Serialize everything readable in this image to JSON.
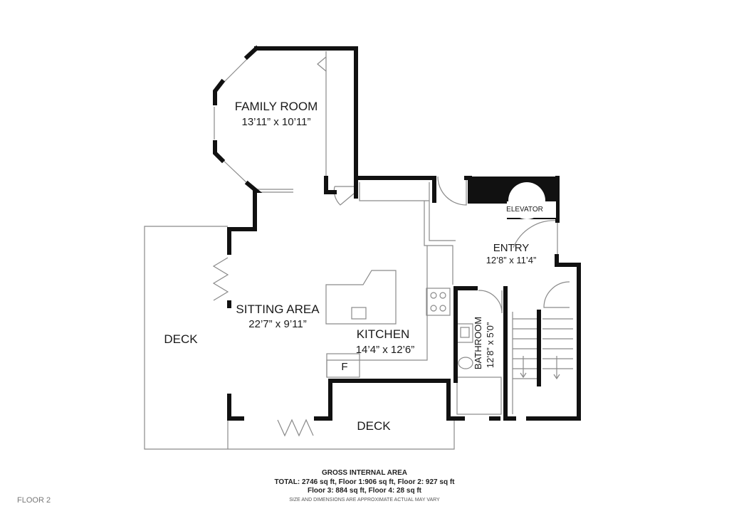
{
  "rooms": {
    "family_room": {
      "name": "FAMILY ROOM",
      "dims": "13’11” x 10’11”"
    },
    "sitting_area": {
      "name": "SITTING AREA",
      "dims": "22’7” x 9’11”"
    },
    "kitchen": {
      "name": "KITCHEN",
      "dims": "14’4” x 12’6”"
    },
    "entry": {
      "name": "ENTRY",
      "dims": "12’8” x 11’4”"
    },
    "bathroom": {
      "name": "BATHROOM",
      "dims": "12’8” x 5’0”"
    },
    "elevator": {
      "name": "ELEVATOR"
    },
    "deck_west": {
      "name": "DECK"
    },
    "deck_south": {
      "name": "DECK"
    },
    "fridge": {
      "name": "F"
    }
  },
  "area": {
    "title": "GROSS INTERNAL AREA",
    "line1": "TOTAL: 2746 sq ft, Floor 1:906 sq ft, Floor 2: 927 sq ft",
    "line2": "Floor 3: 884 sq ft, Floor 4: 28 sq ft",
    "disclaimer": "SIZE AND DIMENSIONS ARE APPROXIMATE ACTUAL MAY VARY"
  },
  "floor_label": "FLOOR 2",
  "colors": {
    "wall": "#111111",
    "thin_line": "#8a8a8a",
    "background": "#ffffff"
  }
}
